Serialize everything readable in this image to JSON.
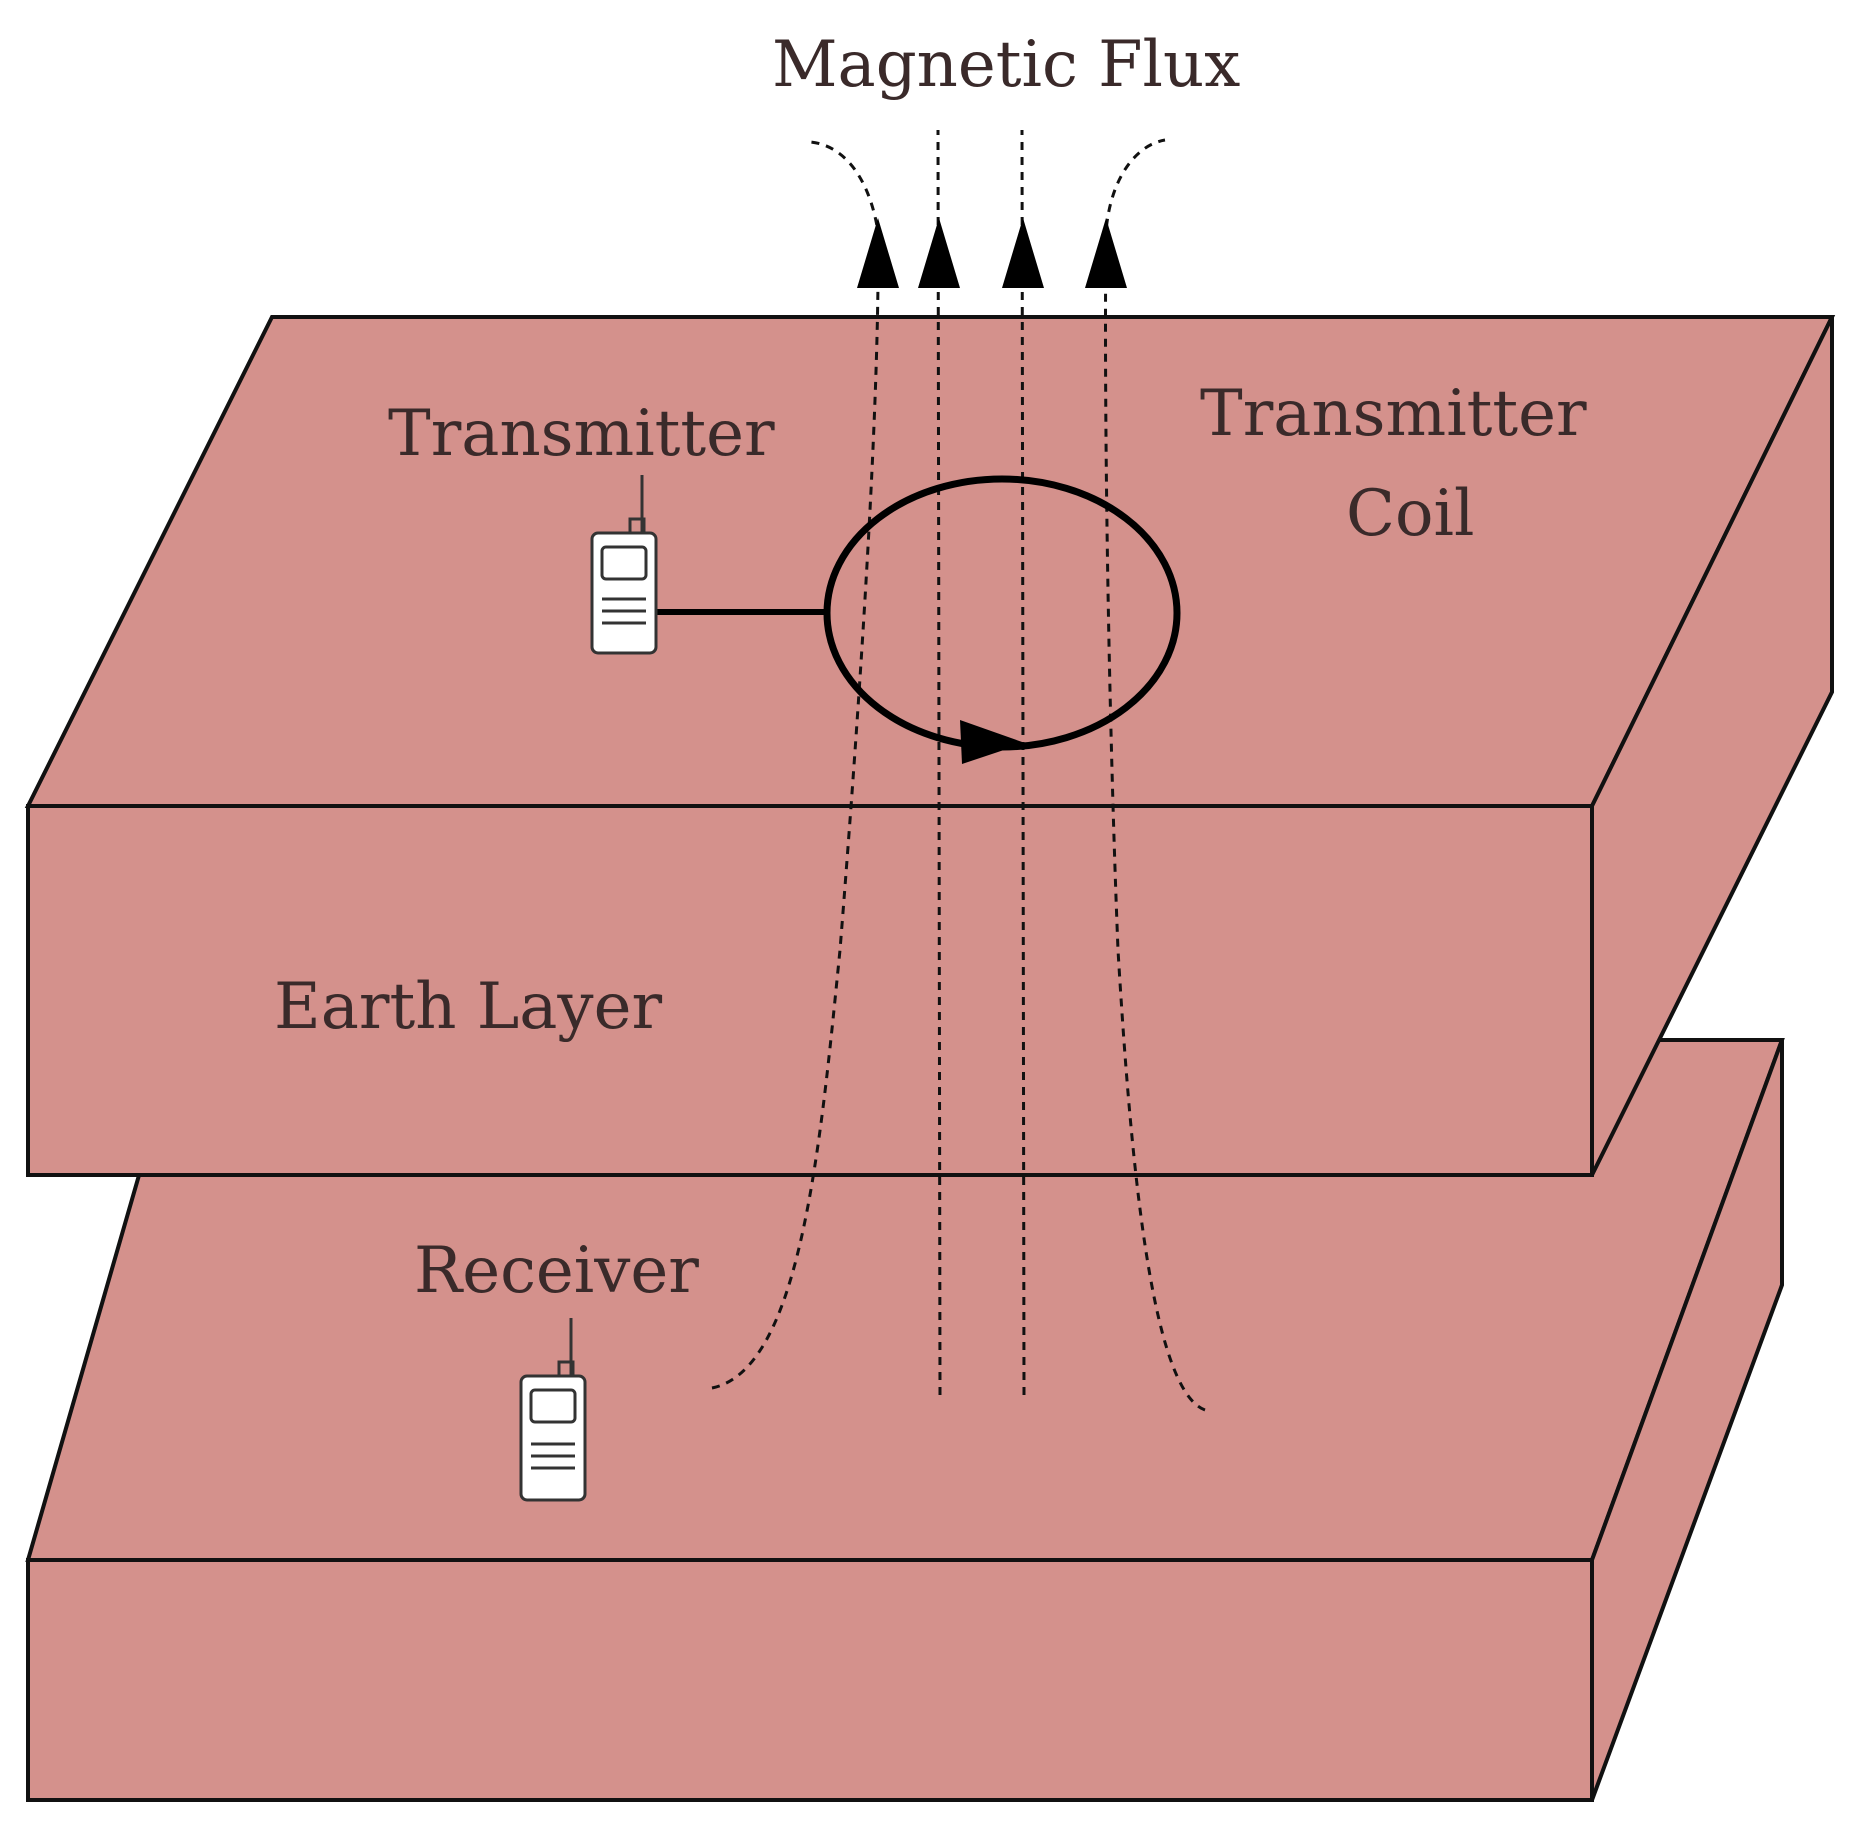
{
  "labels": {
    "magnetic_flux": "Magnetic Flux",
    "transmitter": "Transmitter",
    "transmitter_coil_line1": "Transmitter",
    "transmitter_coil_line2": "Coil",
    "earth_layer": "Earth Layer",
    "receiver": "Receiver"
  },
  "colors": {
    "slab_top": "#d4918c",
    "slab_front": "#d4918c",
    "slab_side": "#d4918c",
    "outline": "#111111"
  },
  "icons": {
    "transmitter": "walkie-talkie-icon",
    "receiver": "walkie-talkie-icon"
  }
}
